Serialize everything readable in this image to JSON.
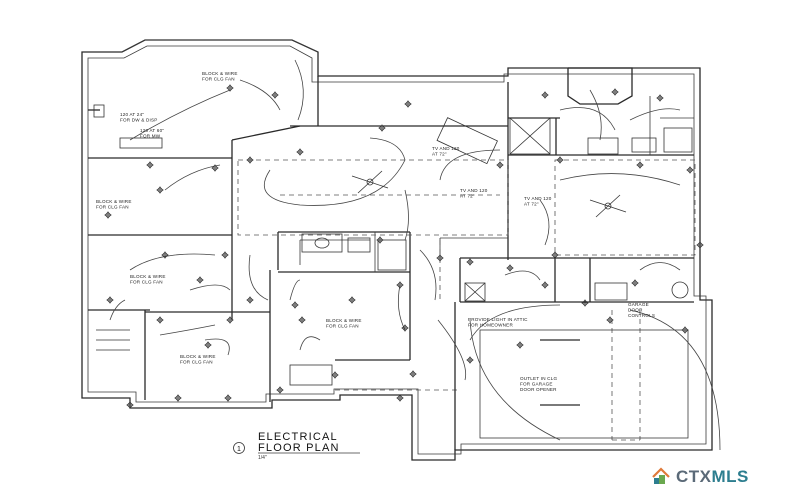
{
  "plan": {
    "title_line1": "ELECTRICAL",
    "title_line2": "FLOOR PLAN",
    "scale": "1/4\"",
    "detail_number": "1",
    "notes": {
      "master": "BLOCK & WIRE\nFOR CLG FAN",
      "vanity_a": "120 AT 24\"\nFOR DW & DISP",
      "vanity_b": "120 AT 60\"\nFOR MW",
      "tv_upper": "TV AND 120\nAT 72\"",
      "tv_living": "TV AND 120\nAT 72\"",
      "tv_right": "TV AND 120\nAT 72\"",
      "bed2": "BLOCK & WIRE\nFOR CLG FAN",
      "bed3": "BLOCK & WIRE\nFOR CLG FAN",
      "bed4": "BLOCK & WIRE\nFOR CLG FAN",
      "bed5": "BLOCK & WIRE\nFOR CLG FAN",
      "attic": "PROVIDE LIGHT IN ATTIC\nFOR HOMEOWNER",
      "garage_door": "GARAGE\nDOOR\nCONTROLS",
      "outlet": "OUTLET IN CLG\nFOR GARAGE\nDOOR OPENER"
    }
  },
  "watermark": {
    "brand_left": "CTX",
    "brand_right": "MLS",
    "colors": {
      "house": "#e07a3a",
      "teal": "#2d7e8f",
      "green": "#6aa84f",
      "text": "#5b6a78"
    }
  }
}
